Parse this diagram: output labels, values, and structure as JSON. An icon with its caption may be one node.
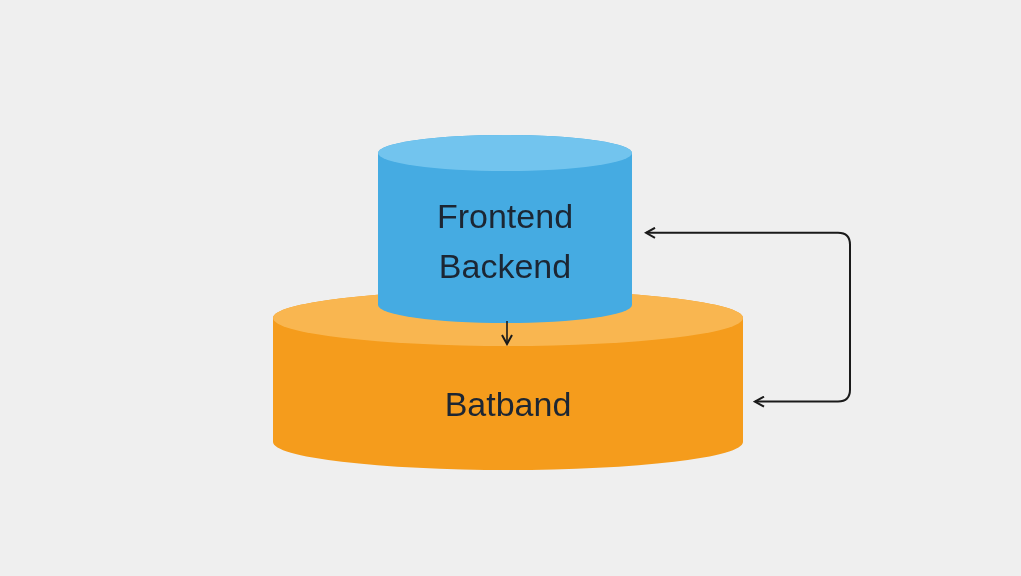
{
  "diagram": {
    "nodes": [
      {
        "text": [
          "Frontend",
          "Backend"
        ]
      },
      {
        "text": [
          "Batband"
        ]
      }
    ],
    "edges": [
      {
        "from": 0,
        "to": 1,
        "arrow": "to"
      },
      {
        "from": 1,
        "to": 0,
        "arrow": "both"
      }
    ]
  }
}
